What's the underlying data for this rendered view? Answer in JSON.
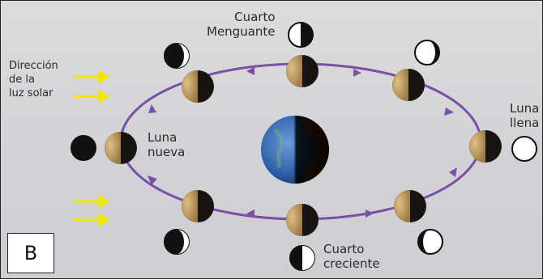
{
  "panel_label": "B",
  "labels": {
    "direction": "Dirección\nde la\nluz solar",
    "new_moon": "Luna\nnueva",
    "last_quarter": "Cuarto\nMenguante",
    "first_quarter": "Cuarto\ncreciente",
    "full_moon": "Luna\nllena"
  },
  "colors": {
    "orbit": "#7a4fa8",
    "arrow": "#f2e600",
    "moon_lit": "#c9a36a",
    "moon_dark": "#1a1410",
    "earth_ocean": "#3f6fb8",
    "earth_land": "#c85a1e"
  },
  "icons": [
    "sunlight-arrow-icon",
    "orbit-direction-arrow-icon",
    "moon-phase-icon",
    "earth-icon"
  ]
}
